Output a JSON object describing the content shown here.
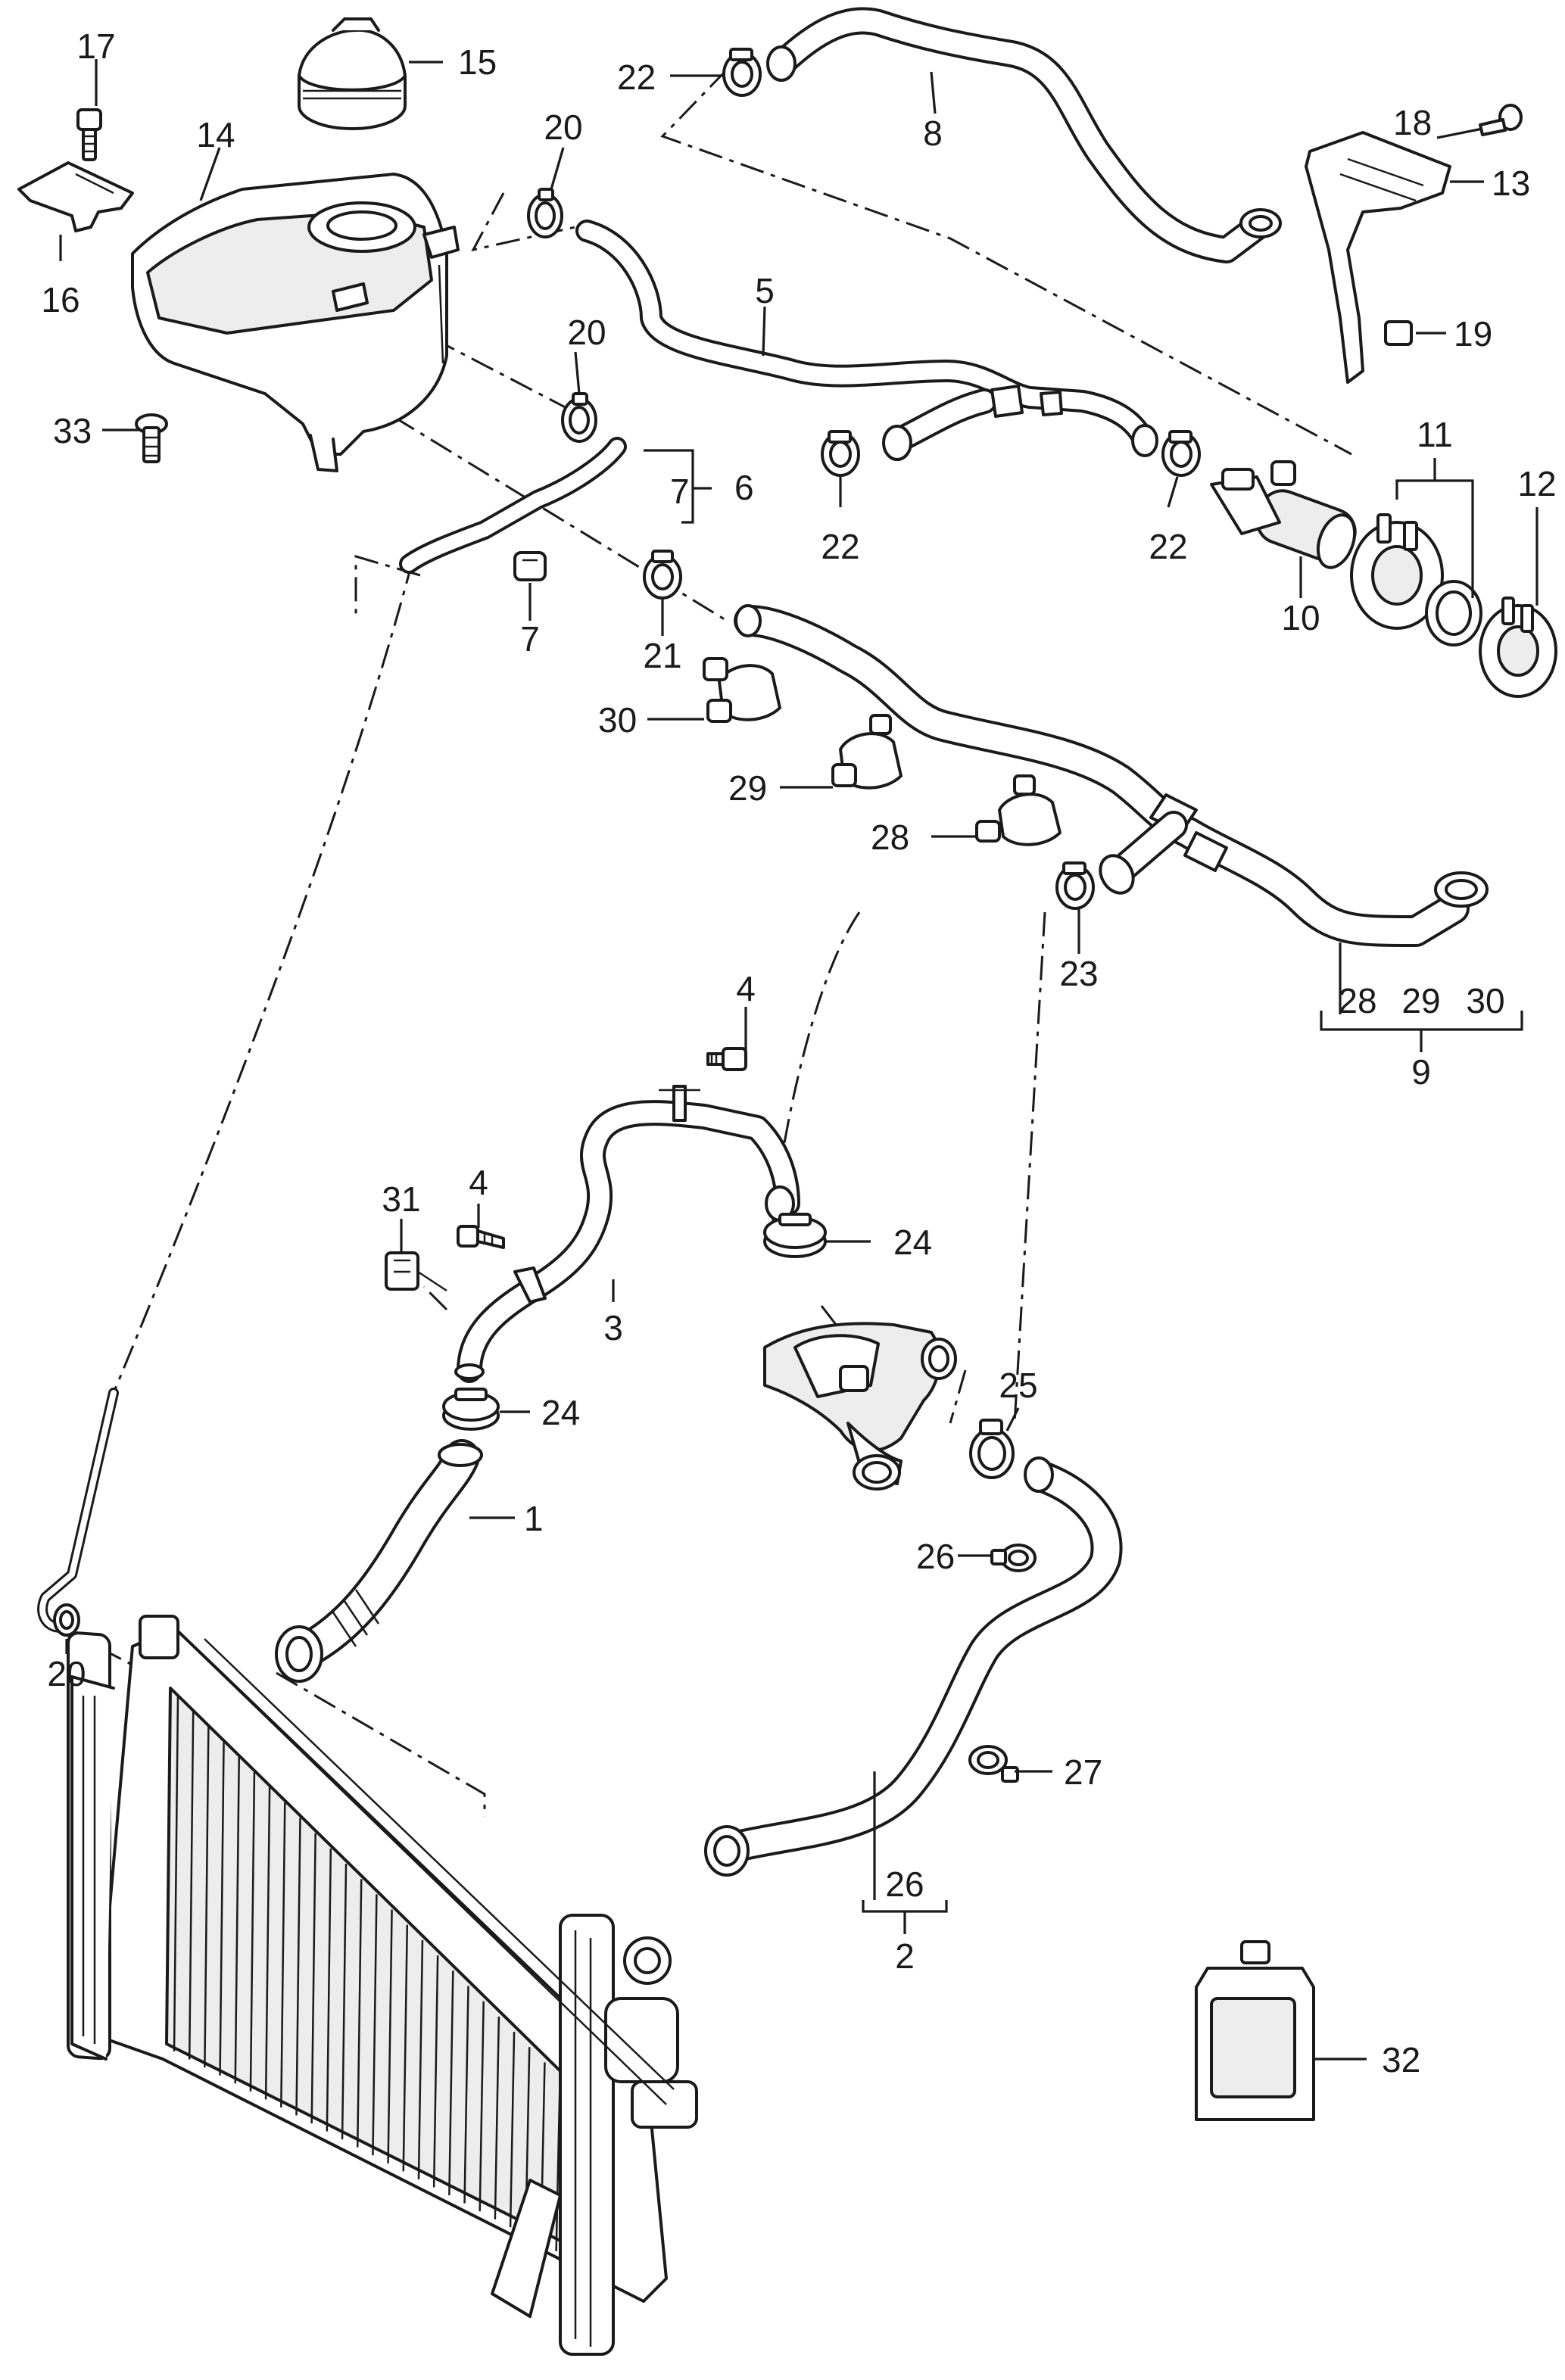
{
  "diagram": {
    "part_numbers": [
      "1",
      "2",
      "3",
      "4",
      "5",
      "6",
      "7",
      "8",
      "9",
      "10",
      "11",
      "12",
      "13",
      "14",
      "15",
      "16",
      "17",
      "18",
      "19",
      "20",
      "21",
      "22",
      "23",
      "24",
      "25",
      "26",
      "27",
      "28",
      "29",
      "30",
      "31",
      "32",
      "33"
    ],
    "callouts": {
      "c1": "1",
      "c2": "2",
      "c3": "3",
      "c4a": "4",
      "c4b": "4",
      "c5": "5",
      "c6": "6",
      "c7a": "7",
      "c7b": "7",
      "c8": "8",
      "c9": "9",
      "c10": "10",
      "c11": "11",
      "c12": "12",
      "c13": "13",
      "c14": "14",
      "c15": "15",
      "c16": "16",
      "c17": "17",
      "c18": "18",
      "c19": "19",
      "c20a": "20",
      "c20b": "20",
      "c20c": "20",
      "c21": "21",
      "c22a": "22",
      "c22b": "22",
      "c22c": "22",
      "c23": "23",
      "c24a": "24",
      "c24b": "24",
      "c25": "25",
      "c26a": "26",
      "c26b": "26",
      "c27": "27",
      "c28a": "28",
      "c29a": "29",
      "c30a": "30",
      "c28b": "28",
      "c29b": "29",
      "c30b": "30",
      "c31": "31",
      "c32": "32",
      "c33": "33"
    },
    "parts": {
      "radiator": "radiator",
      "expansion_tank": "expansion-tank",
      "filler_cap": "filler-cap",
      "water_pump": "auxiliary-water-pump",
      "coolant_bottle": "coolant-bottle",
      "thermostat_housing": "thermostat-housing"
    }
  }
}
